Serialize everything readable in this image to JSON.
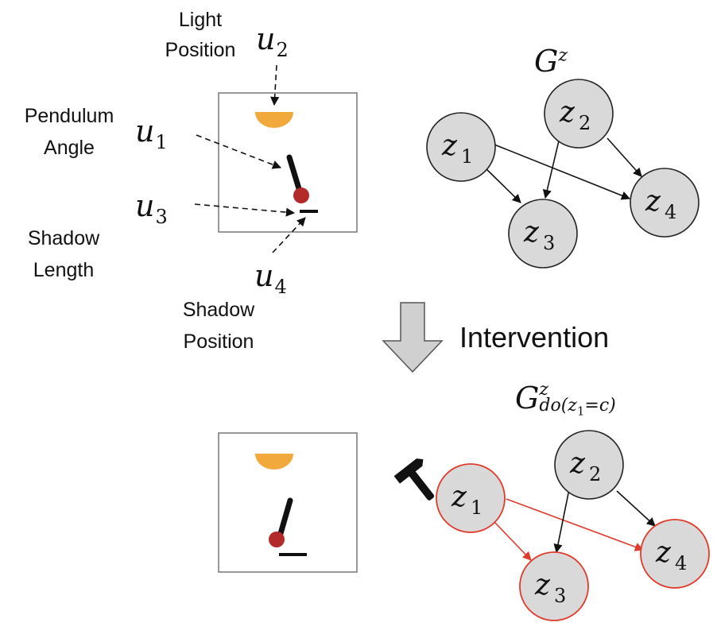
{
  "labels": {
    "light_position": "Light\nPosition",
    "pendulum_angle": "Pendulum\nAngle",
    "shadow_length": "Shadow\nLength",
    "shadow_position": "Shadow\nPosition",
    "intervention": "Intervention"
  },
  "u_vars": {
    "u1": {
      "base": "u",
      "sub": "1"
    },
    "u2": {
      "base": "u",
      "sub": "2"
    },
    "u3": {
      "base": "u",
      "sub": "3"
    },
    "u4": {
      "base": "u",
      "sub": "4"
    }
  },
  "graph_top": {
    "title_base": "G",
    "title_sup": "z",
    "nodes": [
      {
        "id": "z1",
        "base": "z",
        "sub": "1"
      },
      {
        "id": "z2",
        "base": "z",
        "sub": "2"
      },
      {
        "id": "z3",
        "base": "z",
        "sub": "3"
      },
      {
        "id": "z4",
        "base": "z",
        "sub": "4"
      }
    ],
    "edges": [
      [
        "z1",
        "z3"
      ],
      [
        "z1",
        "z4"
      ],
      [
        "z2",
        "z3"
      ],
      [
        "z2",
        "z4"
      ]
    ]
  },
  "graph_bottom": {
    "title_base": "G",
    "title_sup": "z",
    "title_sub": "do(z",
    "title_sub_idx": "1",
    "title_sub_rest": "=c)",
    "intervened_nodes": [
      "z1",
      "z3",
      "z4"
    ],
    "intervened_edges": [
      [
        "z1",
        "z3"
      ],
      [
        "z1",
        "z4"
      ]
    ]
  },
  "colors": {
    "node_fill": "#d9d9d9",
    "node_stroke": "#222222",
    "intervened_stroke": "#e03a2a",
    "lamp": "#f2a93b",
    "bob": "#b22a2a",
    "arrow_gray": "#d0d0d0"
  }
}
